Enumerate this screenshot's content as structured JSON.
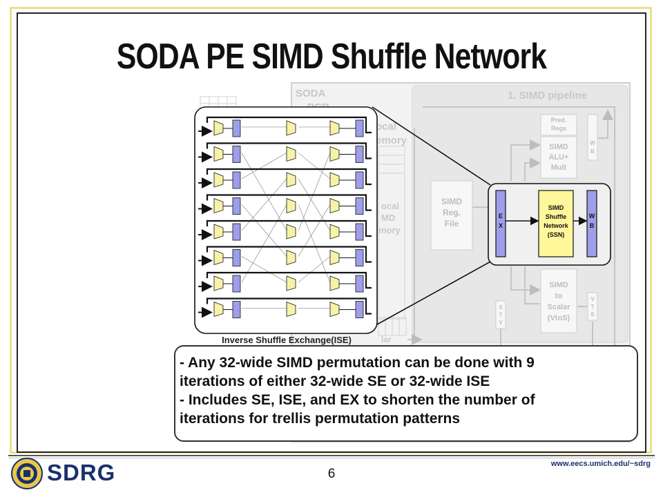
{
  "slide": {
    "title": "SODA PE SIMD Shuffle Network",
    "page_number": "6",
    "url": "www.eecs.umich.edu/~sdrg",
    "logo_text": "SDRG"
  },
  "diagram": {
    "soda_label_1": "SODA",
    "soda_label_2": "PCR",
    "local_label_1": "ocal",
    "local_label_2": "emory",
    "simd_pipeline": "1. SIMD pipeline",
    "pred_regs_1": "Pred.",
    "pred_regs_2": "Regs",
    "alu_1": "SIMD",
    "alu_2": "ALU+",
    "alu_3": "Mult",
    "wb_small_1": "W",
    "wb_small_2": "B",
    "regfile_1": "SIMD",
    "regfile_2": "Reg.",
    "regfile_3": "File",
    "local_simd_1": "ocal",
    "local_simd_2": "MD",
    "local_simd_3": "mory",
    "ex_1": "E",
    "ex_2": "X",
    "ssn_1": "SIMD",
    "ssn_2": "Shuffle",
    "ssn_3": "Network",
    "ssn_4": "(SSN)",
    "wb_1": "W",
    "wb_2": "B",
    "vtos_1": "SIMD",
    "vtos_2": "to",
    "vtos_3": "Scalar",
    "vtos_4": "(VtoS)",
    "stv_1": "S",
    "stv_2": "T",
    "stv_3": "V",
    "vts_1": "V",
    "vts_2": "T",
    "vts_3": "S",
    "scalar_label": "lar",
    "shuffle_caption": "Inverse Shuffle Exchange(ISE)",
    "colors": {
      "mux_fill": "#f6f2a8",
      "reg_fill": "#9e9eea",
      "ssn_fill": "#fff79a",
      "pipeline_bg": "#e7e7e7"
    }
  },
  "callout": {
    "line1": " - Any 32-wide SIMD permutation can be done with 9",
    "line2": "iterations of either 32-wide SE or 32-wide ISE",
    "line3": " - Includes SE, ISE, and EX to shorten the number of",
    "line4": "iterations for trellis permutation patterns"
  }
}
